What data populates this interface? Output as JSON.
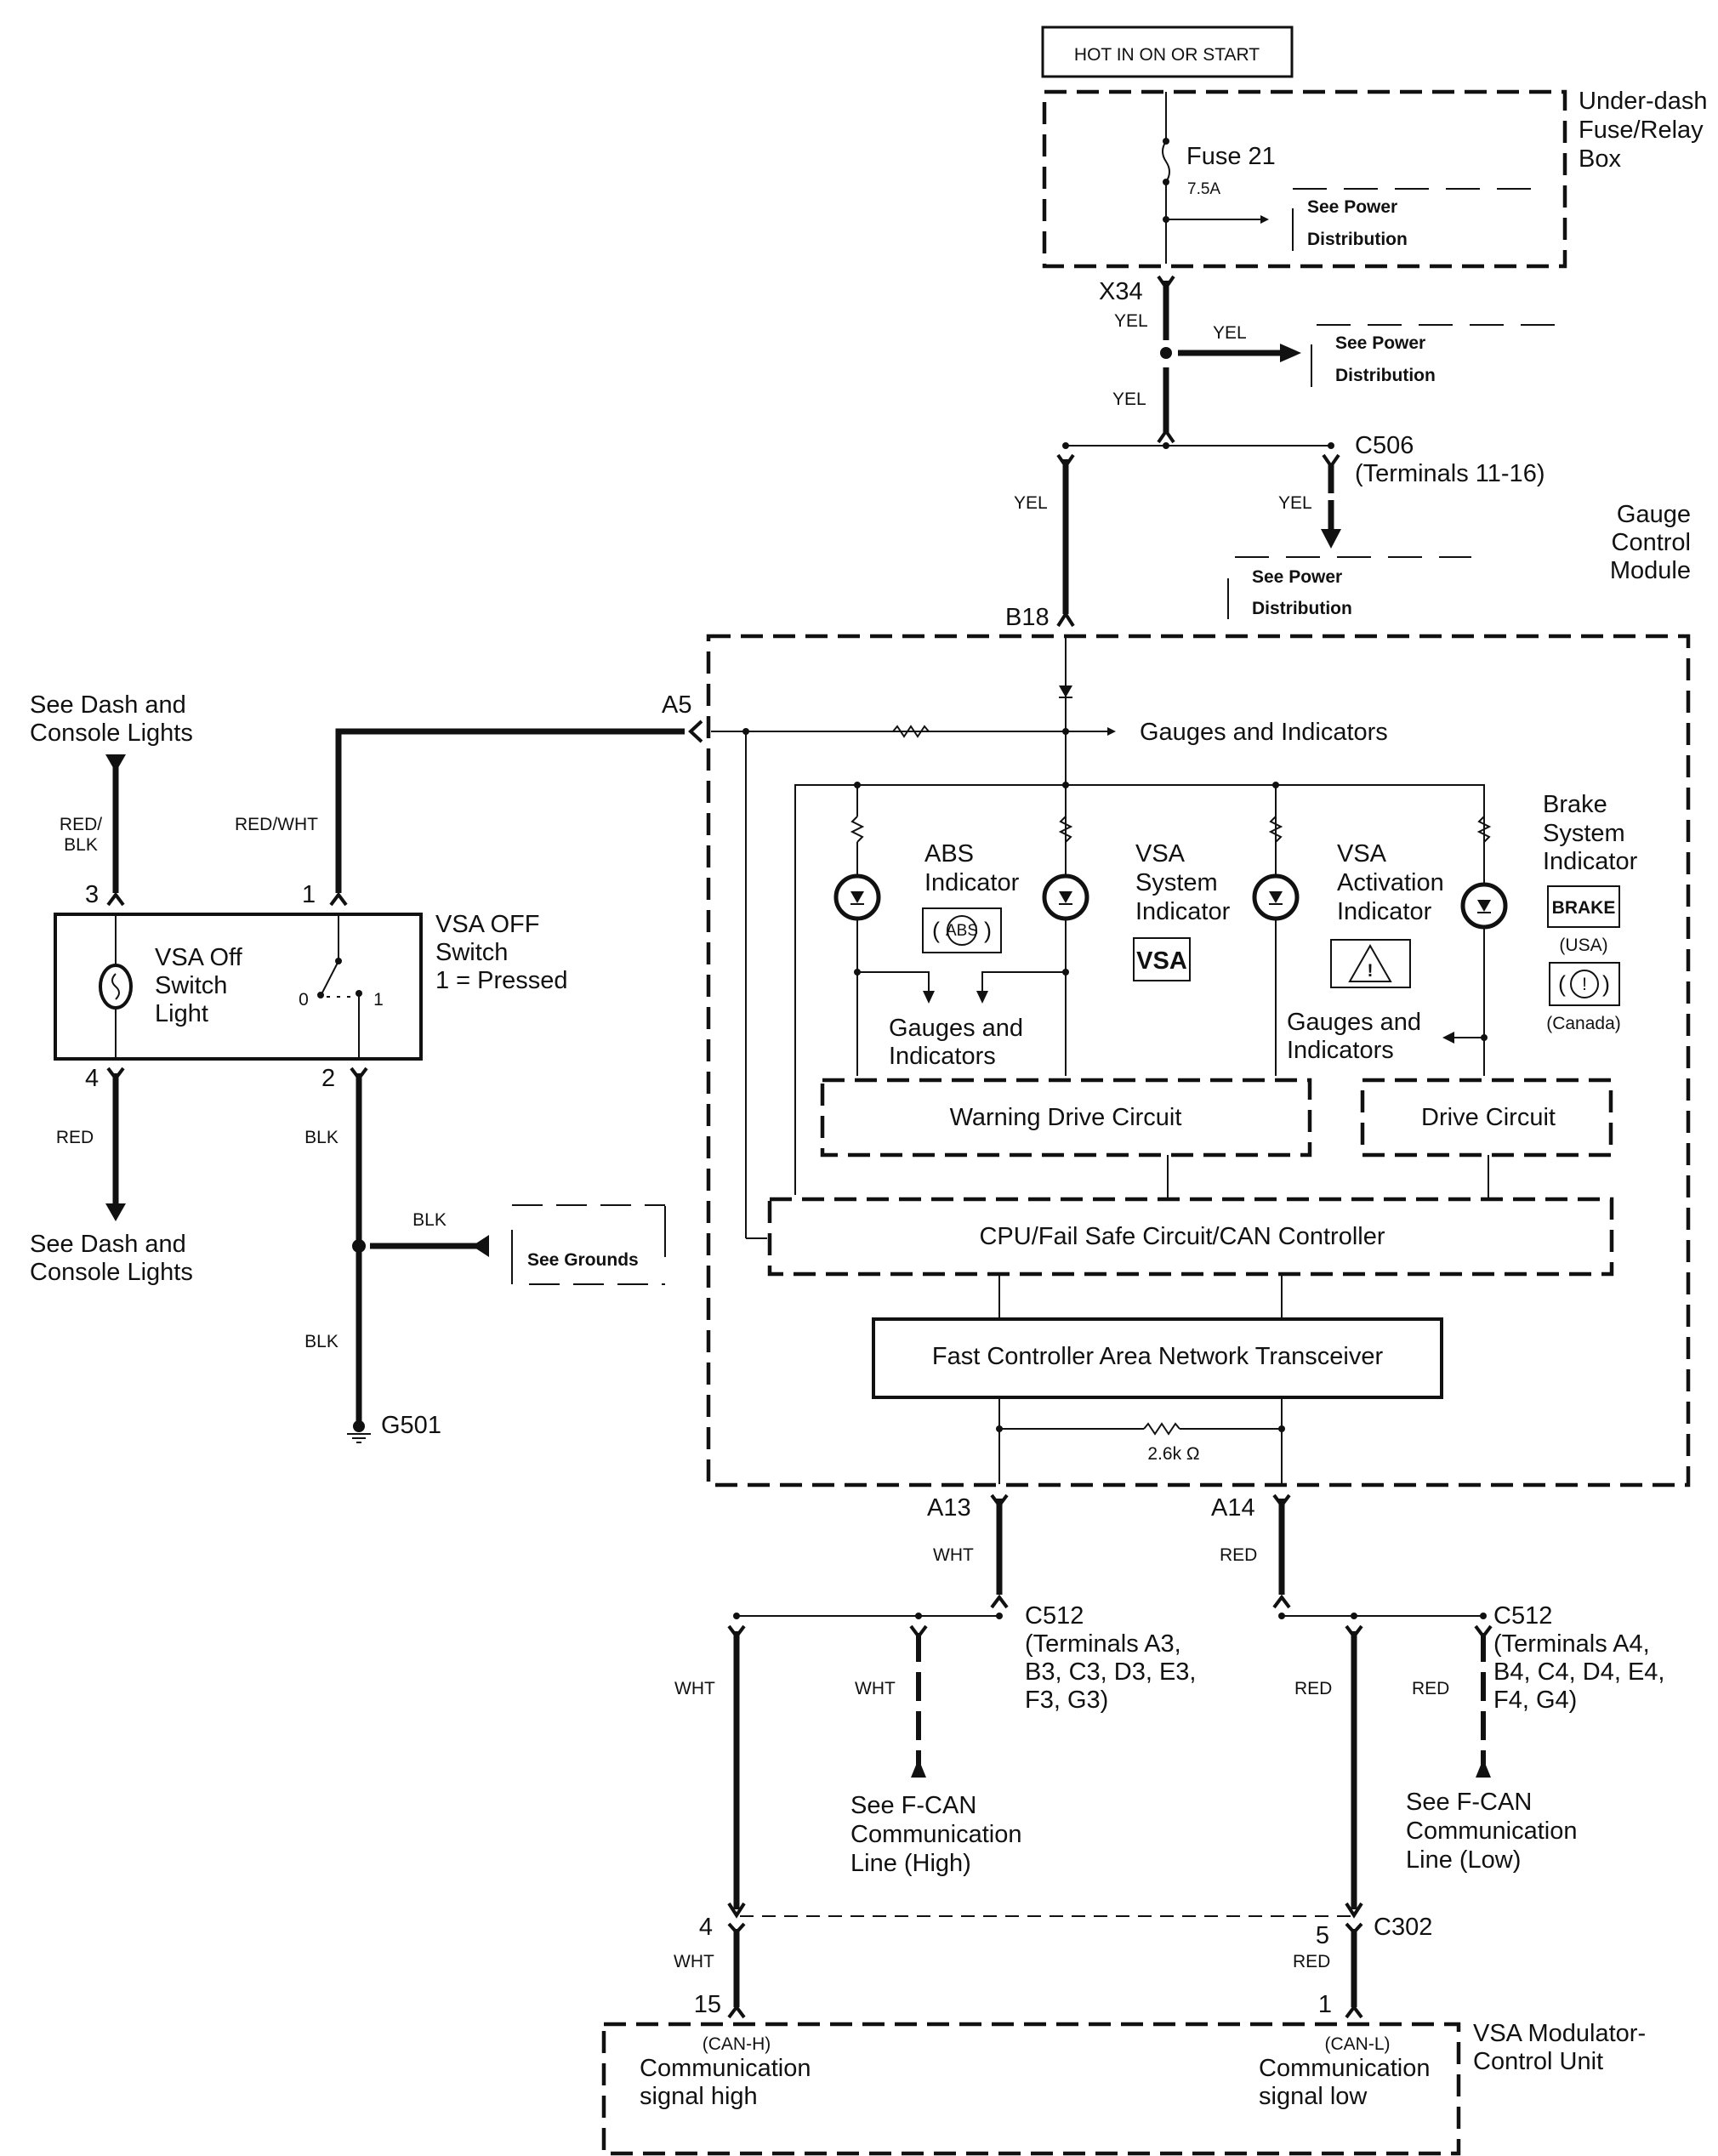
{
  "title": "VSA OFF Switch / Gauge Control Module / F-CAN Circuit",
  "power": {
    "hot_label": "HOT IN ON OR START"
  },
  "fuse_box": {
    "label_lines": [
      "Under-dash",
      "Fuse/Relay",
      "Box"
    ],
    "fuse_name": "Fuse 21",
    "fuse_rating": "7.5A"
  },
  "refs": {
    "power_dist_line1": "See Power",
    "power_dist_line2": "Distribution",
    "grounds": "See Grounds",
    "dash_console_line1": "See Dash and",
    "dash_console_line2": "Console Lights",
    "fcan_high": [
      "See F-CAN",
      "Communication",
      "Line (High)"
    ],
    "fcan_low": [
      "See F-CAN",
      "Communication",
      "Line (Low)"
    ]
  },
  "connectors": {
    "x34": "X34",
    "c506": "C506",
    "c506_terms": "(Terminals 11-16)",
    "b18": "B18",
    "a5": "A5",
    "a13": "A13",
    "a14": "A14",
    "c512": "C512",
    "c512_high_terms": [
      "(Terminals A3,",
      "B3, C3, D3, E3,",
      "F3, G3)"
    ],
    "c512_low_terms": [
      "(Terminals A4,",
      "B4, C4, D4, E4,",
      "F4, G4)"
    ],
    "c302": "C302",
    "g501": "G501"
  },
  "wire_colors": {
    "yel": "YEL",
    "red_blk_1": "RED/",
    "red_blk_2": "BLK",
    "red_wht": "RED/WHT",
    "red": "RED",
    "blk": "BLK",
    "wht": "WHT"
  },
  "pins": {
    "sw_3": "3",
    "sw_1": "1",
    "sw_4": "4",
    "sw_2": "2",
    "c302_4": "4",
    "c302_5": "5",
    "vsa_15": "15",
    "vsa_1": "1",
    "switch_pos_0": "0",
    "switch_pos_1": "1"
  },
  "vsa_off_switch": {
    "label_lines": [
      "VSA OFF",
      "Switch",
      "1 = Pressed"
    ],
    "light_lines": [
      "VSA Off",
      "Switch",
      "Light"
    ]
  },
  "gauge_module": {
    "label_lines": [
      "Gauge",
      "Control",
      "Module"
    ],
    "gauges_indicators": "Gauges and Indicators",
    "gauges_and": "Gauges and",
    "indicators": "Indicators",
    "indicators_list": [
      {
        "lines": [
          "ABS",
          "Indicator"
        ],
        "symbol": "ABS"
      },
      {
        "lines": [
          "VSA",
          "System",
          "Indicator"
        ],
        "symbol": "VSA"
      },
      {
        "lines": [
          "VSA",
          "Activation",
          "Indicator"
        ],
        "symbol": "!"
      },
      {
        "lines": [
          "Brake",
          "System",
          "Indicator"
        ],
        "symbol": "BRAKE"
      }
    ],
    "brake_usa": "(USA)",
    "brake_canada": "(Canada)",
    "warning_drive": "Warning Drive Circuit",
    "drive_circuit": "Drive Circuit",
    "cpu": "CPU/Fail Safe Circuit/CAN Controller",
    "transceiver": "Fast Controller Area Network Transceiver",
    "resistor": "2.6k Ω"
  },
  "vsa_modulator": {
    "label_lines": [
      "VSA Modulator-",
      "Control Unit"
    ],
    "can_h": "(CAN-H)",
    "can_l": "(CAN-L)",
    "high_lines": [
      "Communication",
      "signal high"
    ],
    "low_lines": [
      "Communication",
      "signal low"
    ]
  }
}
